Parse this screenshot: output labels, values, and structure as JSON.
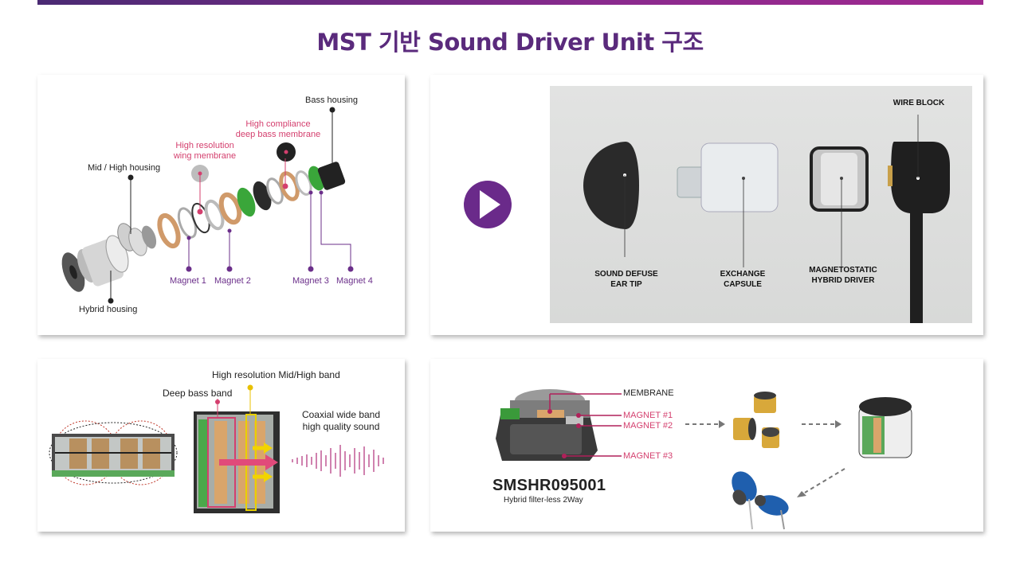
{
  "header": {
    "title": "MST 기반 Sound Driver Unit 구조"
  },
  "panel_exploded": {
    "labels": {
      "bass_housing": "Bass housing",
      "high_compliance": "High compliance",
      "deep_bass_membrane": "deep bass membrane",
      "high_resolution": "High resolution",
      "wing_membrane": "wing membrane",
      "mid_high_housing": "Mid / High housing",
      "hybrid_housing": "Hybrid housing",
      "magnet1": "Magnet 1",
      "magnet2": "Magnet 2",
      "magnet3": "Magnet 3",
      "magnet4": "Magnet 4"
    }
  },
  "panel_product": {
    "wire_block": "WIRE BLOCK",
    "ear_tip_line1": "SOUND DEFUSE",
    "ear_tip_line2": "EAR TIP",
    "capsule_line1": "EXCHANGE",
    "capsule_line2": "CAPSULE",
    "driver_line1": "MAGNETOSTATIC",
    "driver_line2": "HYBRID DRIVER"
  },
  "panel_band": {
    "mid_high_band": "High resolution Mid/High band",
    "deep_bass_band": "Deep bass band",
    "coaxial_line1": "Coaxial wide band",
    "coaxial_line2": "high quality sound"
  },
  "panel_unit": {
    "membrane": "MEMBRANE",
    "magnet1": "MAGNET #1",
    "magnet2": "MAGNET #2",
    "magnet3": "MAGNET #3",
    "model_code": "SMSHR095001",
    "model_desc": "Hybrid filter-less 2Way"
  },
  "colors": {
    "accent_purple": "#6b2f8a",
    "accent_pink": "#d43f6e",
    "title": "#5a2a7c",
    "play_button": "#6a2a8a"
  },
  "icons": {
    "play": "play-icon"
  }
}
